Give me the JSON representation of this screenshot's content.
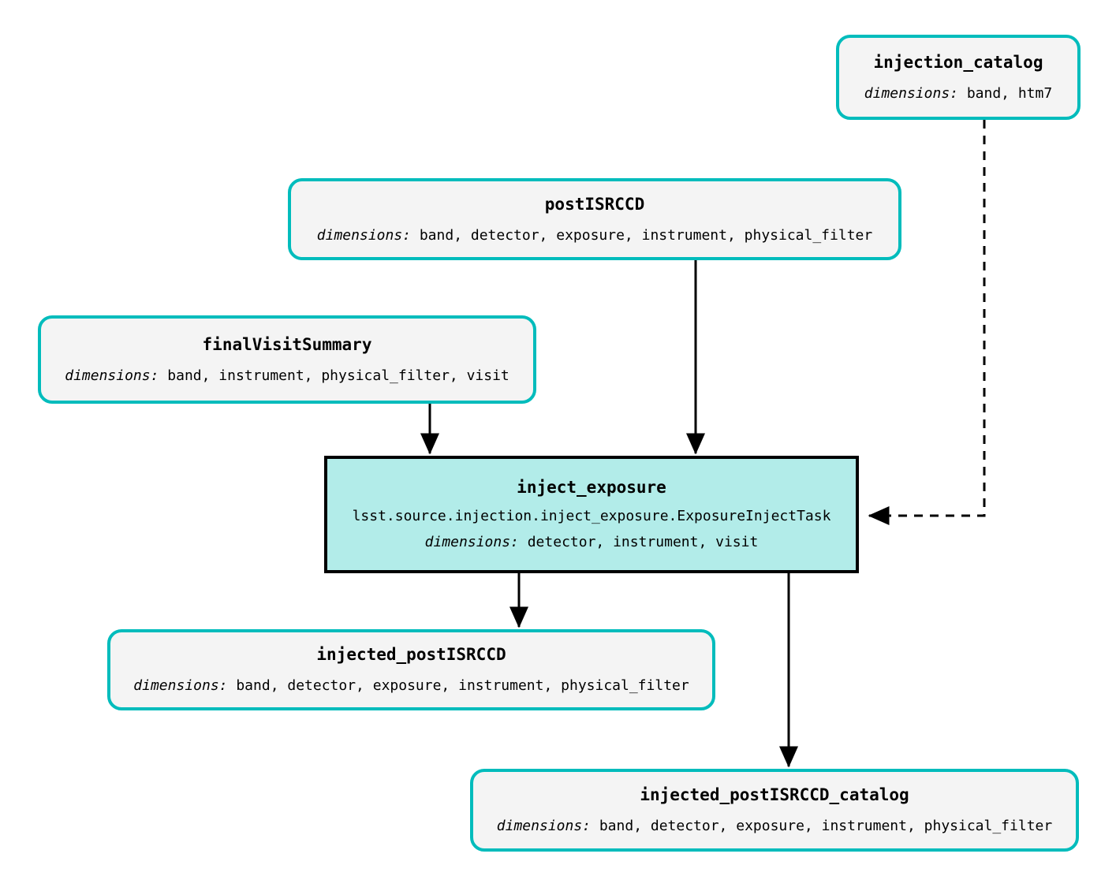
{
  "diagram": {
    "type": "pipeline-dag",
    "dimensions_label": "dimensions:",
    "colors": {
      "dataset_border": "#00bcbc",
      "dataset_fill": "#f4f4f4",
      "task_border": "#000000",
      "task_fill": "#b2ece9",
      "edge": "#000000",
      "background": "#ffffff"
    },
    "nodes": {
      "injection_catalog": {
        "name": "injection_catalog",
        "kind": "dataset",
        "dimensions": "band, htm7"
      },
      "postISRCCD": {
        "name": "postISRCCD",
        "kind": "dataset",
        "dimensions": "band, detector, exposure, instrument, physical_filter"
      },
      "finalVisitSummary": {
        "name": "finalVisitSummary",
        "kind": "dataset",
        "dimensions": "band, instrument, physical_filter, visit"
      },
      "inject_exposure": {
        "name": "inject_exposure",
        "kind": "task",
        "class": "lsst.source.injection.inject_exposure.ExposureInjectTask",
        "dimensions": "detector, instrument, visit"
      },
      "injected_postISRCCD": {
        "name": "injected_postISRCCD",
        "kind": "dataset",
        "dimensions": "band, detector, exposure, instrument, physical_filter"
      },
      "injected_postISRCCD_catalog": {
        "name": "injected_postISRCCD_catalog",
        "kind": "dataset",
        "dimensions": "band, detector, exposure, instrument, physical_filter"
      }
    },
    "edges": [
      {
        "from": "postISRCCD",
        "to": "inject_exposure",
        "style": "solid"
      },
      {
        "from": "finalVisitSummary",
        "to": "inject_exposure",
        "style": "solid"
      },
      {
        "from": "injection_catalog",
        "to": "inject_exposure",
        "style": "dashed"
      },
      {
        "from": "inject_exposure",
        "to": "injected_postISRCCD",
        "style": "solid"
      },
      {
        "from": "inject_exposure",
        "to": "injected_postISRCCD_catalog",
        "style": "solid"
      }
    ]
  }
}
